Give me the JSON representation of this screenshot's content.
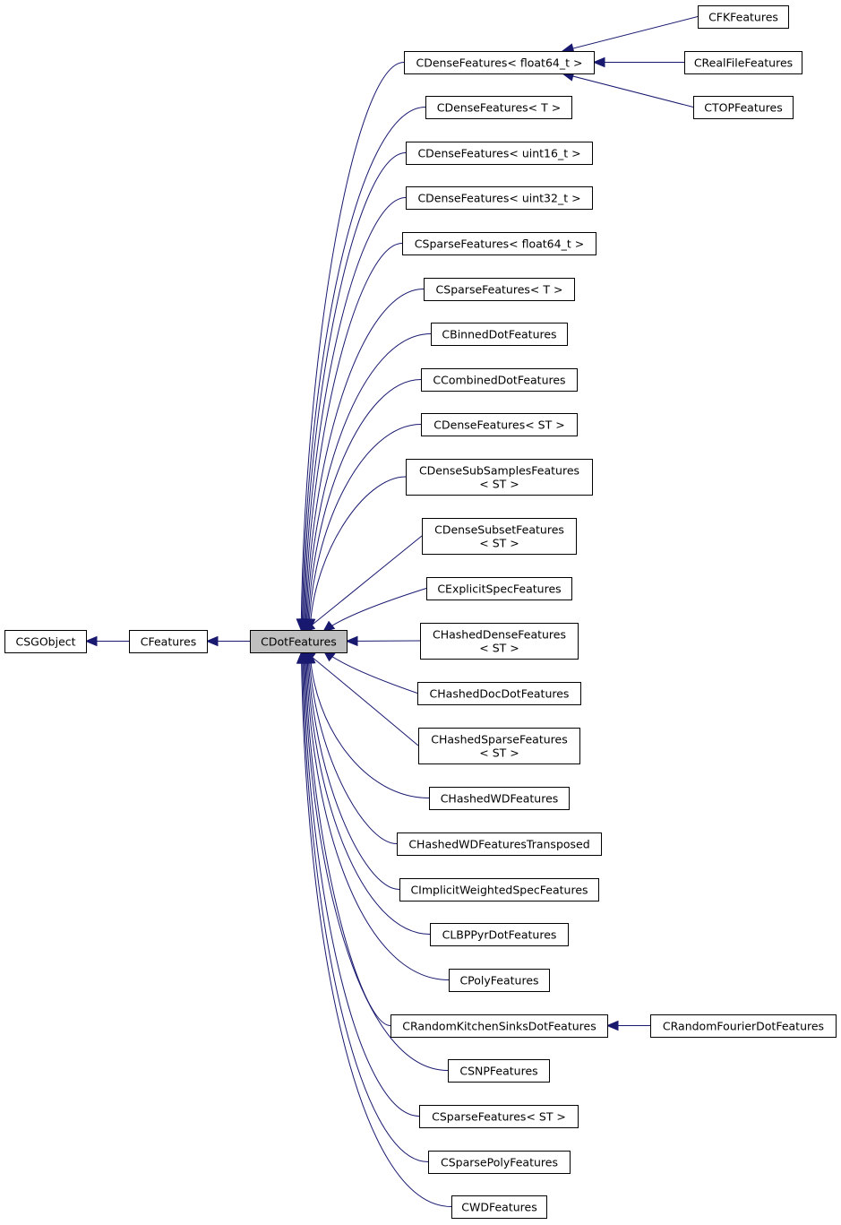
{
  "diagram": {
    "type": "inheritance-graph",
    "nodes": [
      {
        "id": "csgobject",
        "label": "CSGObject"
      },
      {
        "id": "cfeatures",
        "label": "CFeatures"
      },
      {
        "id": "cdotfeatures",
        "label": "CDotFeatures",
        "current": true
      },
      {
        "id": "cdense-float64",
        "label": "CDenseFeatures< float64_t >"
      },
      {
        "id": "cfkfeatures",
        "label": "CFKFeatures"
      },
      {
        "id": "crealfilefeatures",
        "label": "CRealFileFeatures"
      },
      {
        "id": "ctopfeatures",
        "label": "CTOPFeatures"
      },
      {
        "id": "cdense-t",
        "label": "CDenseFeatures< T >"
      },
      {
        "id": "cdense-uint16",
        "label": "CDenseFeatures< uint16_t >"
      },
      {
        "id": "cdense-uint32",
        "label": "CDenseFeatures< uint32_t >"
      },
      {
        "id": "csparse-float64",
        "label": "CSparseFeatures< float64_t >"
      },
      {
        "id": "csparse-t",
        "label": "CSparseFeatures< T >"
      },
      {
        "id": "cbinneddotfeatures",
        "label": "CBinnedDotFeatures"
      },
      {
        "id": "ccombineddotfeatures",
        "label": "CCombinedDotFeatures"
      },
      {
        "id": "cdense-st",
        "label": "CDenseFeatures< ST >"
      },
      {
        "id": "cdensesubsamples",
        "label": "CDenseSubSamplesFeatures\n< ST >"
      },
      {
        "id": "cdensesubset",
        "label": "CDenseSubsetFeatures\n< ST >"
      },
      {
        "id": "cexplicitspec",
        "label": "CExplicitSpecFeatures"
      },
      {
        "id": "chasheddense",
        "label": "CHashedDenseFeatures\n< ST >"
      },
      {
        "id": "chasheddocdot",
        "label": "CHashedDocDotFeatures"
      },
      {
        "id": "chashedsparse",
        "label": "CHashedSparseFeatures\n< ST >"
      },
      {
        "id": "chashedwd",
        "label": "CHashedWDFeatures"
      },
      {
        "id": "chashedwdtransposed",
        "label": "CHashedWDFeaturesTransposed"
      },
      {
        "id": "cimplicitweighted",
        "label": "CImplicitWeightedSpecFeatures"
      },
      {
        "id": "clbppyr",
        "label": "CLBPPyrDotFeatures"
      },
      {
        "id": "cpolyfeatures",
        "label": "CPolyFeatures"
      },
      {
        "id": "crandomkitchensinks",
        "label": "CRandomKitchenSinksDotFeatures"
      },
      {
        "id": "crandomfourier",
        "label": "CRandomFourierDotFeatures"
      },
      {
        "id": "csnpfeatures",
        "label": "CSNPFeatures"
      },
      {
        "id": "csparse-st",
        "label": "CSparseFeatures< ST >"
      },
      {
        "id": "csparsepoly",
        "label": "CSparsePolyFeatures"
      },
      {
        "id": "cwdfeatures",
        "label": "CWDFeatures"
      }
    ],
    "edges": [
      {
        "from": "cfeatures",
        "to": "csgobject"
      },
      {
        "from": "cdotfeatures",
        "to": "cfeatures"
      },
      {
        "from": "cfkfeatures",
        "to": "cdense-float64"
      },
      {
        "from": "crealfilefeatures",
        "to": "cdense-float64"
      },
      {
        "from": "ctopfeatures",
        "to": "cdense-float64"
      },
      {
        "from": "crandomfourier",
        "to": "crandomkitchensinks"
      },
      {
        "from": "cdense-float64",
        "to": "cdotfeatures"
      },
      {
        "from": "cdense-t",
        "to": "cdotfeatures"
      },
      {
        "from": "cdense-uint16",
        "to": "cdotfeatures"
      },
      {
        "from": "cdense-uint32",
        "to": "cdotfeatures"
      },
      {
        "from": "csparse-float64",
        "to": "cdotfeatures"
      },
      {
        "from": "csparse-t",
        "to": "cdotfeatures"
      },
      {
        "from": "cbinneddotfeatures",
        "to": "cdotfeatures"
      },
      {
        "from": "ccombineddotfeatures",
        "to": "cdotfeatures"
      },
      {
        "from": "cdense-st",
        "to": "cdotfeatures"
      },
      {
        "from": "cdensesubsamples",
        "to": "cdotfeatures"
      },
      {
        "from": "cdensesubset",
        "to": "cdotfeatures"
      },
      {
        "from": "cexplicitspec",
        "to": "cdotfeatures"
      },
      {
        "from": "chasheddense",
        "to": "cdotfeatures"
      },
      {
        "from": "chasheddocdot",
        "to": "cdotfeatures"
      },
      {
        "from": "chashedsparse",
        "to": "cdotfeatures"
      },
      {
        "from": "chashedwd",
        "to": "cdotfeatures"
      },
      {
        "from": "chashedwdtransposed",
        "to": "cdotfeatures"
      },
      {
        "from": "cimplicitweighted",
        "to": "cdotfeatures"
      },
      {
        "from": "clbppyr",
        "to": "cdotfeatures"
      },
      {
        "from": "cpolyfeatures",
        "to": "cdotfeatures"
      },
      {
        "from": "crandomkitchensinks",
        "to": "cdotfeatures"
      },
      {
        "from": "csnpfeatures",
        "to": "cdotfeatures"
      },
      {
        "from": "csparse-st",
        "to": "cdotfeatures"
      },
      {
        "from": "csparsepoly",
        "to": "cdotfeatures"
      },
      {
        "from": "cwdfeatures",
        "to": "cdotfeatures"
      }
    ],
    "colors": {
      "edge": "#191970",
      "current_fill": "#bfbfbf",
      "node_fill": "#ffffff",
      "node_stroke": "#000000"
    }
  }
}
